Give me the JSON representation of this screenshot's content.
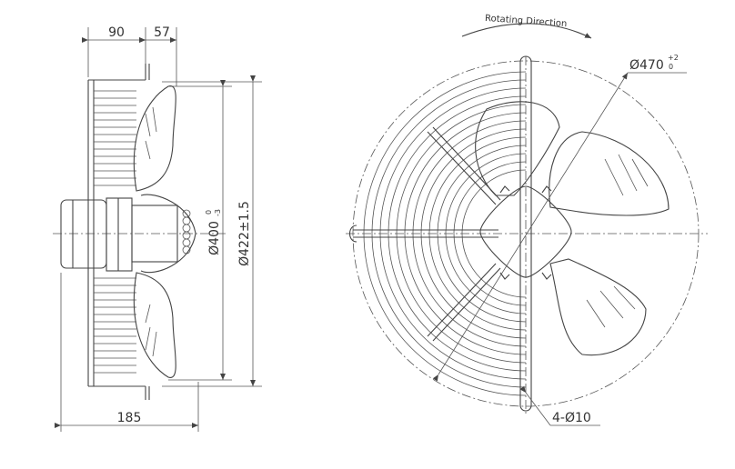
{
  "side_view": {
    "dim_90": "90",
    "dim_57": "57",
    "dim_185": "185",
    "dim_400_main": "Ø400",
    "dim_400_upper": "0",
    "dim_400_lower": "-3",
    "dim_422": "Ø422±1.5"
  },
  "front_view": {
    "rotating_direction": "Rotating Direction",
    "dim_470_main": "Ø470",
    "dim_470_upper": "+2",
    "dim_470_lower": "0",
    "hole_callout": "4-Ø10"
  },
  "colors": {
    "line": "#444444",
    "text": "#333333",
    "background": "#ffffff"
  }
}
